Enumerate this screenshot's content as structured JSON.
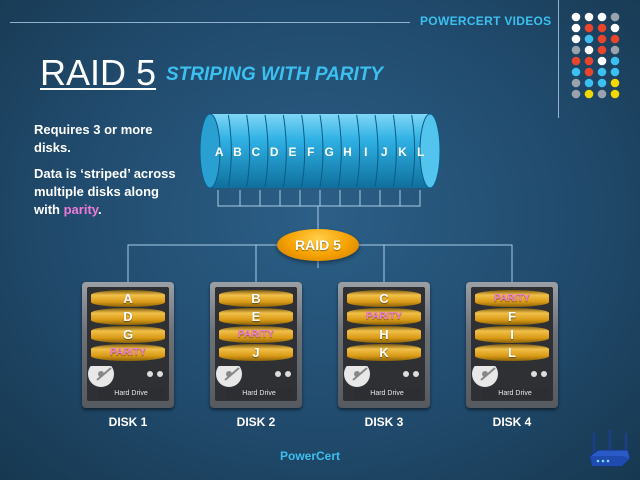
{
  "header": {
    "brand": "POWERCERT VIDEOS",
    "title": "RAID 5",
    "subtitle": "STRIPING WITH PARITY"
  },
  "bullets": {
    "b1": "Requires 3 or more disks.",
    "b2_part1": "Data is ‘striped’ across multiple disks along with ",
    "b2_highlight": "parity",
    "b2_end": "."
  },
  "array_letters": [
    "A",
    "B",
    "C",
    "D",
    "E",
    "F",
    "G",
    "H",
    "I",
    "J",
    "K",
    "L"
  ],
  "raid_label": "RAID 5",
  "disks": [
    {
      "caption": "DISK 1",
      "label": "Hard Drive",
      "plates": [
        "A",
        "D",
        "G",
        "PARITY"
      ]
    },
    {
      "caption": "DISK 2",
      "label": "Hard Drive",
      "plates": [
        "B",
        "E",
        "PARITY",
        "J"
      ]
    },
    {
      "caption": "DISK 3",
      "label": "Hard Drive",
      "plates": [
        "C",
        "PARITY",
        "H",
        "K"
      ]
    },
    {
      "caption": "DISK 4",
      "label": "Hard Drive",
      "plates": [
        "PARITY",
        "F",
        "I",
        "L"
      ]
    }
  ],
  "footer": "PowerCert",
  "colors": {
    "accent": "#3cc0f0",
    "parity": "#f07ad8",
    "badge": "#f5a000",
    "background": "#214b6e"
  },
  "icons": {
    "logo": "dot-grid-logo",
    "router": "router-icon"
  }
}
